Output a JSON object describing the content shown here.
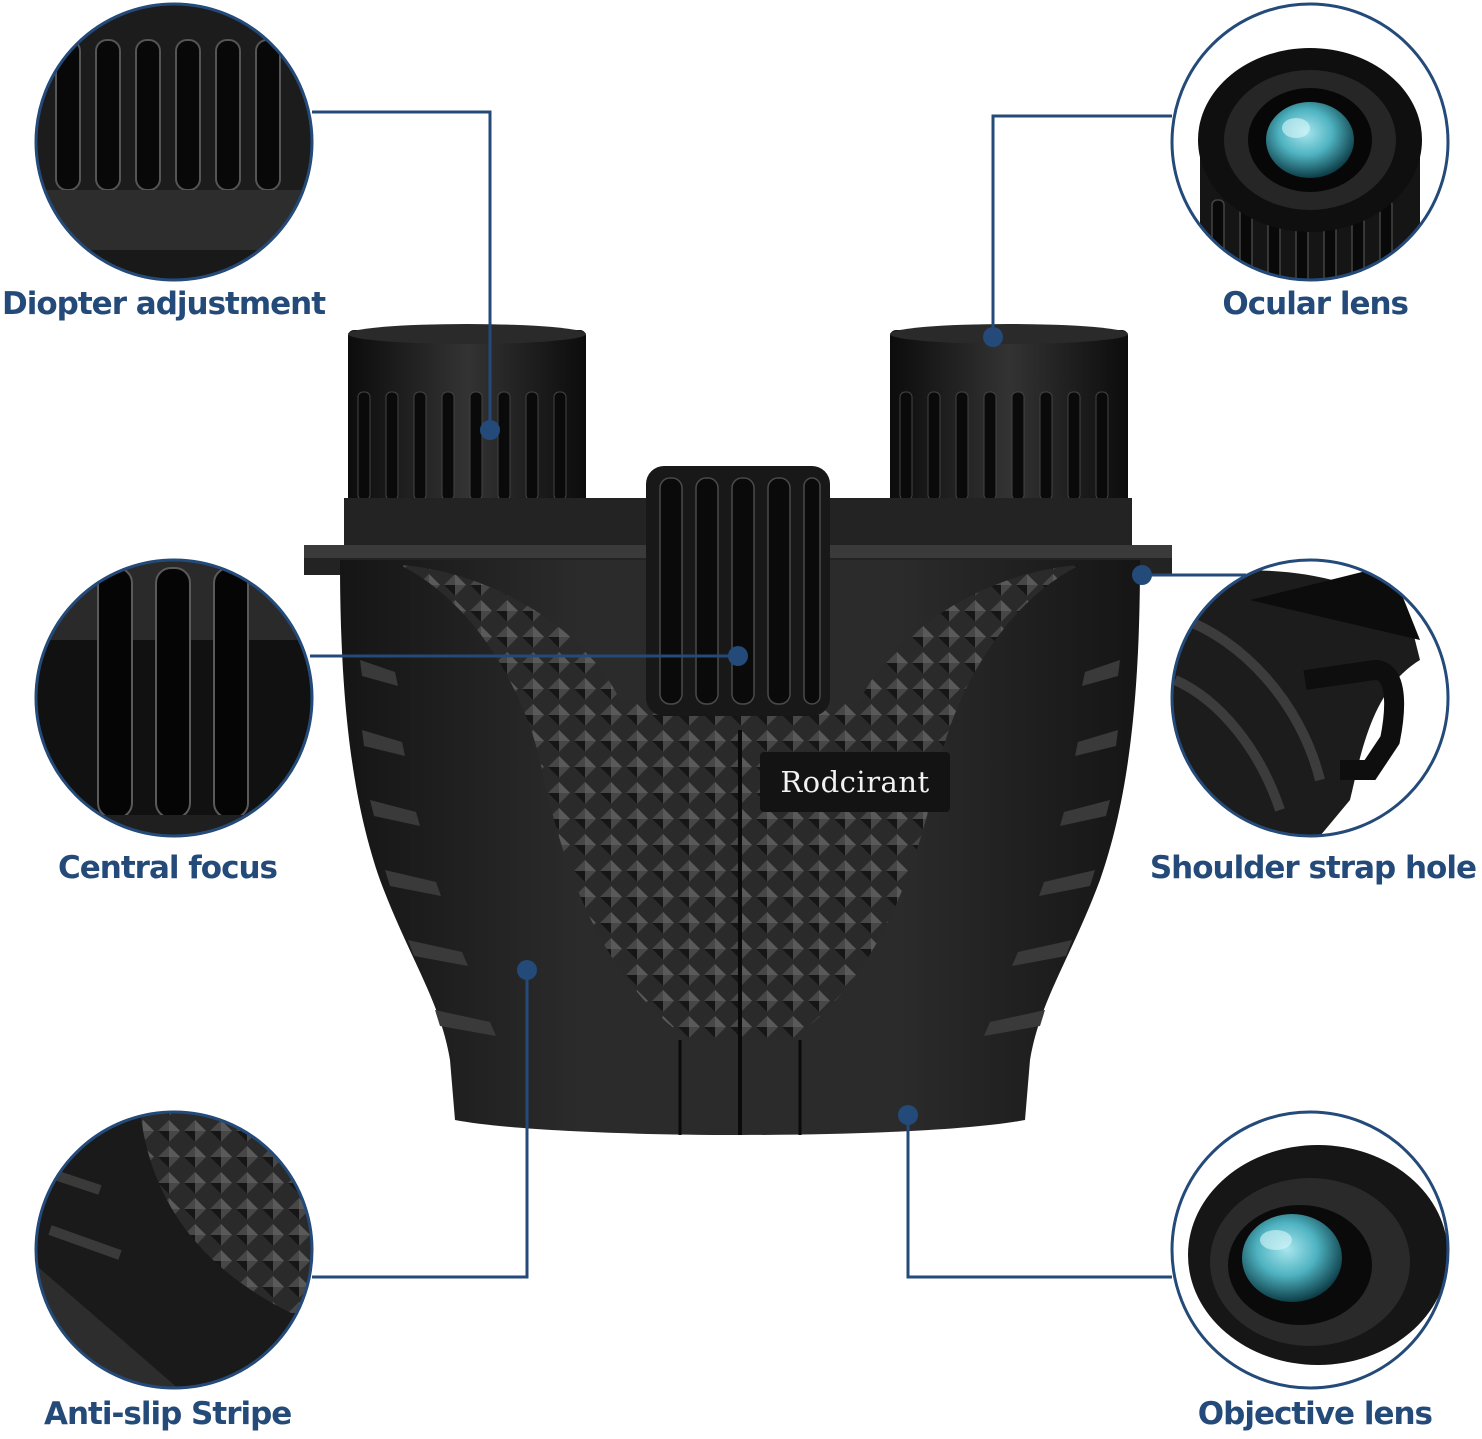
{
  "colors": {
    "accent": "#234a78",
    "body": "#1e1e1e",
    "body_dark": "#0e0e0e",
    "body_light": "#3a3a3a",
    "lens_glass": "#4fb3c1",
    "background": "#ffffff"
  },
  "product": {
    "brand": "Rodcirant"
  },
  "features": [
    {
      "label": "Diopter adjustment"
    },
    {
      "label": "Ocular lens"
    },
    {
      "label": "Central focus"
    },
    {
      "label": "Shoulder strap hole"
    },
    {
      "label": "Anti-slip Stripe"
    },
    {
      "label": "Objective lens"
    }
  ]
}
